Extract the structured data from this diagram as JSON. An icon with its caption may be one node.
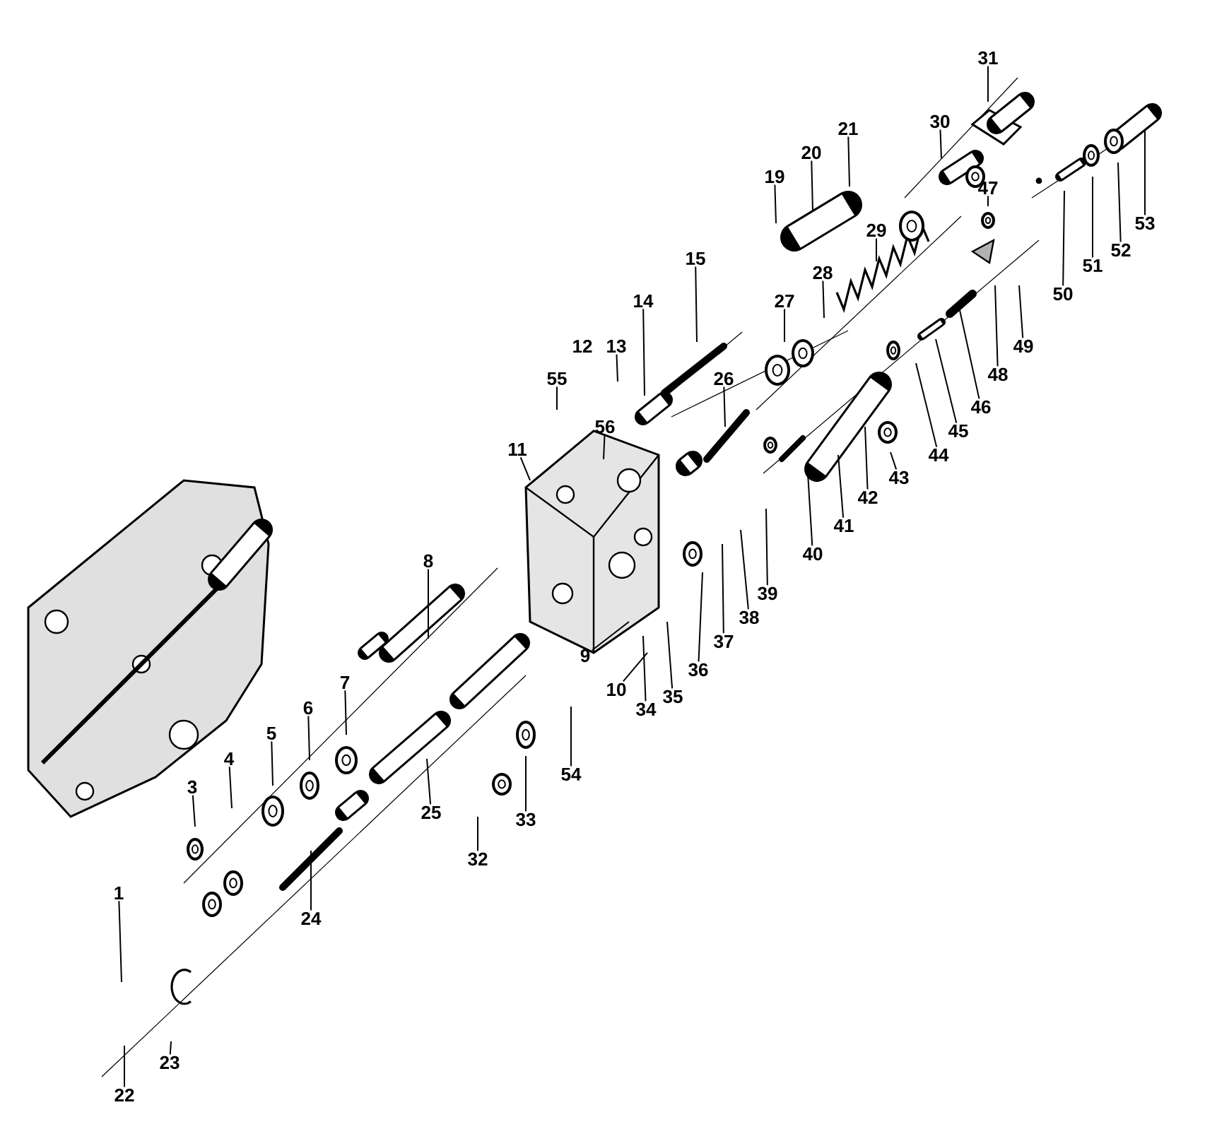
{
  "diagram": {
    "nodes": [
      {
        "text": [
          "1"
        ]
      },
      {
        "text": [
          "3"
        ]
      },
      {
        "text": [
          "4"
        ]
      },
      {
        "text": [
          "5"
        ]
      },
      {
        "text": [
          "6"
        ]
      },
      {
        "text": [
          "7"
        ]
      },
      {
        "text": [
          "8"
        ]
      },
      {
        "text": [
          "9"
        ]
      },
      {
        "text": [
          "10"
        ]
      },
      {
        "text": [
          "11"
        ]
      },
      {
        "text": [
          "12"
        ]
      },
      {
        "text": [
          "13"
        ]
      },
      {
        "text": [
          "14"
        ]
      },
      {
        "text": [
          "15"
        ]
      },
      {
        "text": [
          "19"
        ]
      },
      {
        "text": [
          "20"
        ]
      },
      {
        "text": [
          "21"
        ]
      },
      {
        "text": [
          "22"
        ]
      },
      {
        "text": [
          "23"
        ]
      },
      {
        "text": [
          "24"
        ]
      },
      {
        "text": [
          "25"
        ]
      },
      {
        "text": [
          "26"
        ]
      },
      {
        "text": [
          "27"
        ]
      },
      {
        "text": [
          "28"
        ]
      },
      {
        "text": [
          "29"
        ]
      },
      {
        "text": [
          "30"
        ]
      },
      {
        "text": [
          "31"
        ]
      },
      {
        "text": [
          "32"
        ]
      },
      {
        "text": [
          "33"
        ]
      },
      {
        "text": [
          "34"
        ]
      },
      {
        "text": [
          "35"
        ]
      },
      {
        "text": [
          "36"
        ]
      },
      {
        "text": [
          "37"
        ]
      },
      {
        "text": [
          "38"
        ]
      },
      {
        "text": [
          "39"
        ]
      },
      {
        "text": [
          "40"
        ]
      },
      {
        "text": [
          "41"
        ]
      },
      {
        "text": [
          "42"
        ]
      },
      {
        "text": [
          "43"
        ]
      },
      {
        "text": [
          "44"
        ]
      },
      {
        "text": [
          "45"
        ]
      },
      {
        "text": [
          "46"
        ]
      },
      {
        "text": [
          "47"
        ]
      },
      {
        "text": [
          "48"
        ]
      },
      {
        "text": [
          "49"
        ]
      },
      {
        "text": [
          "50"
        ]
      },
      {
        "text": [
          "51"
        ]
      },
      {
        "text": [
          "52"
        ]
      },
      {
        "text": [
          "53"
        ]
      },
      {
        "text": [
          "54"
        ]
      },
      {
        "text": [
          "55"
        ]
      },
      {
        "text": [
          "56"
        ]
      }
    ],
    "edges": [
      {
        "from": 0,
        "to": null,
        "arrow": "none"
      },
      {
        "from": 1,
        "to": null,
        "arrow": "none"
      },
      {
        "from": 2,
        "to": null,
        "arrow": "none"
      },
      {
        "from": 3,
        "to": null,
        "arrow": "none"
      },
      {
        "from": 4,
        "to": null,
        "arrow": "none"
      },
      {
        "from": 5,
        "to": null,
        "arrow": "none"
      },
      {
        "from": 6,
        "to": null,
        "arrow": "none"
      },
      {
        "from": 7,
        "to": null,
        "arrow": "none"
      },
      {
        "from": 8,
        "to": null,
        "arrow": "none"
      },
      {
        "from": 9,
        "to": null,
        "arrow": "none"
      },
      {
        "from": 11,
        "to": null,
        "arrow": "none"
      },
      {
        "from": 12,
        "to": null,
        "arrow": "none"
      },
      {
        "from": 13,
        "to": null,
        "arrow": "none"
      },
      {
        "from": 14,
        "to": null,
        "arrow": "none"
      },
      {
        "from": 15,
        "to": null,
        "arrow": "none"
      },
      {
        "from": 16,
        "to": null,
        "arrow": "none"
      },
      {
        "from": 17,
        "to": null,
        "arrow": "none"
      },
      {
        "from": 18,
        "to": null,
        "arrow": "none"
      },
      {
        "from": 19,
        "to": null,
        "arrow": "none"
      },
      {
        "from": 20,
        "to": null,
        "arrow": "none"
      },
      {
        "from": 21,
        "to": null,
        "arrow": "none"
      },
      {
        "from": 22,
        "to": null,
        "arrow": "none"
      },
      {
        "from": 23,
        "to": null,
        "arrow": "none"
      },
      {
        "from": 24,
        "to": null,
        "arrow": "none"
      },
      {
        "from": 25,
        "to": null,
        "arrow": "none"
      },
      {
        "from": 26,
        "to": null,
        "arrow": "none"
      },
      {
        "from": 27,
        "to": null,
        "arrow": "none"
      },
      {
        "from": 28,
        "to": null,
        "arrow": "none"
      },
      {
        "from": 29,
        "to": null,
        "arrow": "none"
      },
      {
        "from": 30,
        "to": null,
        "arrow": "none"
      },
      {
        "from": 31,
        "to": null,
        "arrow": "none"
      },
      {
        "from": 32,
        "to": null,
        "arrow": "none"
      },
      {
        "from": 33,
        "to": null,
        "arrow": "none"
      },
      {
        "from": 34,
        "to": null,
        "arrow": "none"
      },
      {
        "from": 35,
        "to": null,
        "arrow": "none"
      },
      {
        "from": 36,
        "to": null,
        "arrow": "none"
      },
      {
        "from": 37,
        "to": null,
        "arrow": "none"
      },
      {
        "from": 38,
        "to": null,
        "arrow": "none"
      },
      {
        "from": 39,
        "to": null,
        "arrow": "none"
      },
      {
        "from": 40,
        "to": null,
        "arrow": "none"
      },
      {
        "from": 41,
        "to": null,
        "arrow": "none"
      },
      {
        "from": 42,
        "to": null,
        "arrow": "none"
      },
      {
        "from": 43,
        "to": null,
        "arrow": "none"
      },
      {
        "from": 44,
        "to": null,
        "arrow": "none"
      },
      {
        "from": 45,
        "to": null,
        "arrow": "none"
      },
      {
        "from": 46,
        "to": null,
        "arrow": "none"
      },
      {
        "from": 47,
        "to": null,
        "arrow": "none"
      },
      {
        "from": 48,
        "to": null,
        "arrow": "none"
      },
      {
        "from": 49,
        "to": null,
        "arrow": "none"
      },
      {
        "from": 50,
        "to": null,
        "arrow": "none"
      },
      {
        "from": 51,
        "to": null,
        "arrow": "none"
      }
    ]
  }
}
